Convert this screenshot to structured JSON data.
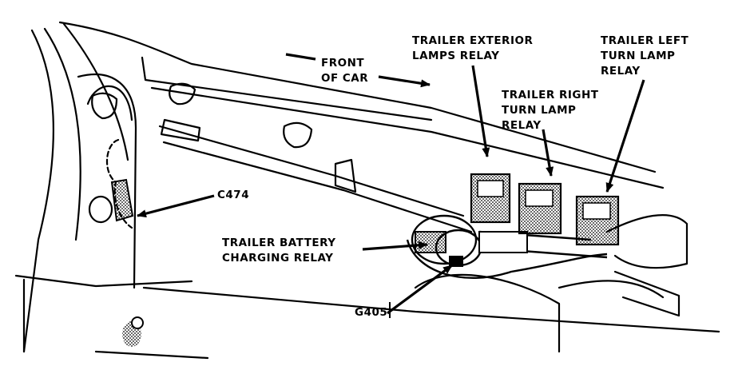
{
  "labels": {
    "front_of_car": "FRONT\nOF CAR",
    "exterior_relay": "TRAILER EXTERIOR\nLAMPS RELAY",
    "left_turn_relay": "TRAILER LEFT\nTURN LAMP\nRELAY",
    "right_turn_relay": "TRAILER RIGHT\nTURN LAMP\nRELAY",
    "connector_c474": "C474",
    "charging_relay": "TRAILER BATTERY\nCHARGING RELAY",
    "ground_g405": "G405"
  }
}
